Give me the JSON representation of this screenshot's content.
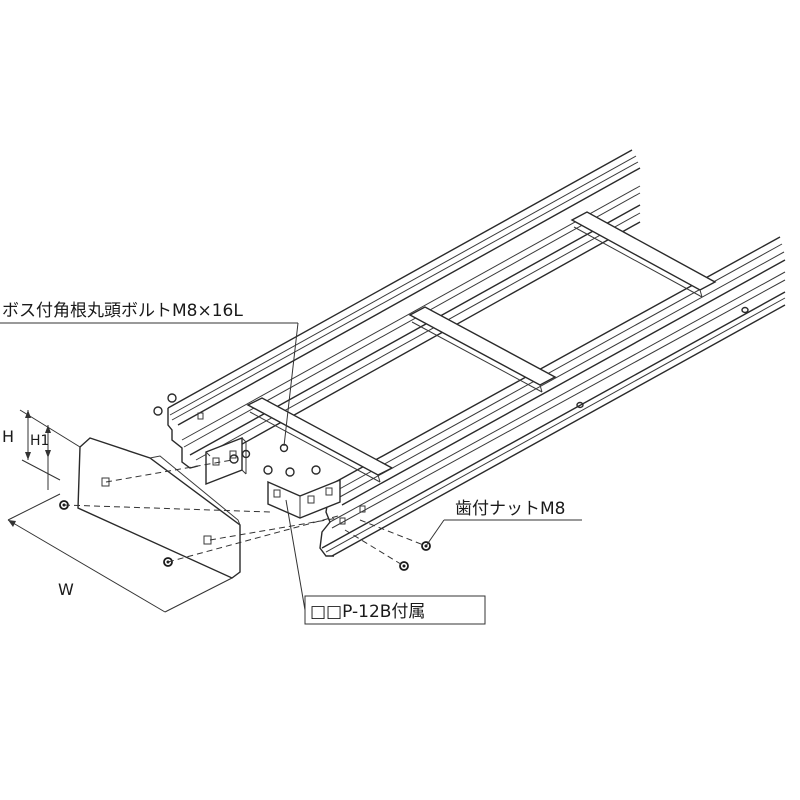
{
  "labels": {
    "bolt": "ボス付角根丸頭ボルトM8×16L",
    "nut": "歯付ナットM8",
    "part": "□□P-12B付属",
    "dim_h": "H",
    "dim_h1": "H1",
    "dim_w": "W"
  }
}
